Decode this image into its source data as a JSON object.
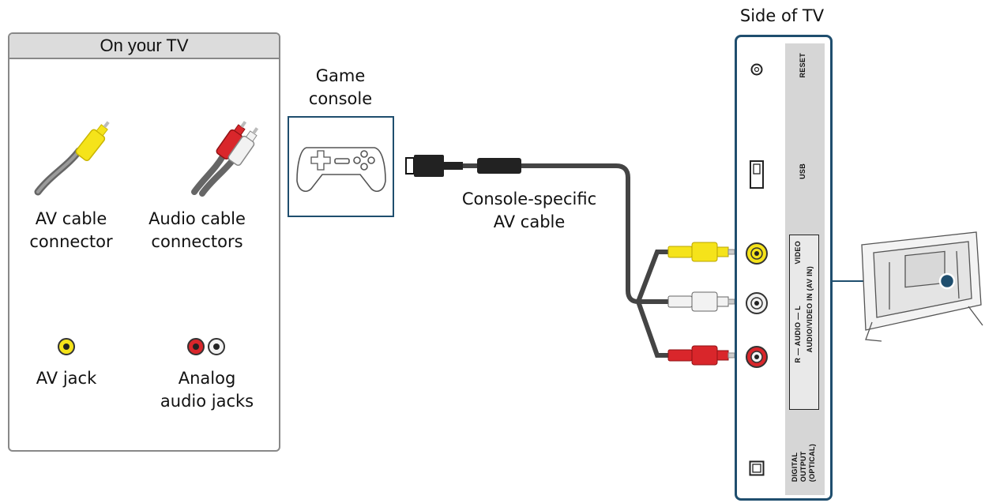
{
  "legend": {
    "title": "On your TV",
    "av_cable_connector": [
      "AV cable",
      "connector"
    ],
    "audio_cable_connectors": [
      "Audio cable",
      "connectors"
    ],
    "av_jack": "AV jack",
    "analog_audio_jacks": [
      "Analog",
      "audio jacks"
    ]
  },
  "game_console": {
    "label": [
      "Game",
      "console"
    ]
  },
  "cable": {
    "label": [
      "Console-specific",
      "AV cable"
    ]
  },
  "tv_side": {
    "title": "Side of TV",
    "reset": "RESET",
    "usb": "USB",
    "video": "VIDEO",
    "audio": "R — AUDIO — L",
    "av_in": "AUDIO/VIDEO IN (AV IN)",
    "digital_output": [
      "DIGITAL",
      "OUTPUT",
      "(OPTICAL)"
    ]
  },
  "colors": {
    "yellow": "#f5e31a",
    "red": "#d9262b",
    "white": "#f2f2f2",
    "border_blue": "#1f4e6e",
    "panel_gray": "#d6d6d6"
  }
}
